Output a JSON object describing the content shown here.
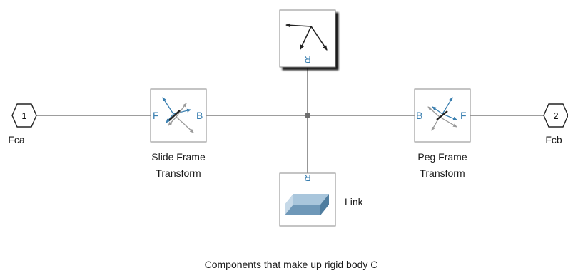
{
  "inport": {
    "number": "1",
    "name": "Fca"
  },
  "outport": {
    "number": "2",
    "name": "Fcb"
  },
  "blocks": {
    "slide_frame": {
      "port_left": "F",
      "port_right": "B",
      "label_line1": "Slide Frame",
      "label_line2": "Transform"
    },
    "peg_frame": {
      "port_left": "B",
      "port_right": "F",
      "label_line1": "Peg Frame",
      "label_line2": "Transform"
    },
    "top_frame": {
      "port_label": "R"
    },
    "link": {
      "port_label": "R",
      "label": "Link"
    }
  },
  "caption": "Components that make up rigid body C",
  "colors": {
    "connection": "#7d7d7d",
    "port_text": "#3a7fb0",
    "solid_face": "#6f98b8",
    "solid_top": "#a9c6dc",
    "solid_side": "#4f7d9f"
  }
}
